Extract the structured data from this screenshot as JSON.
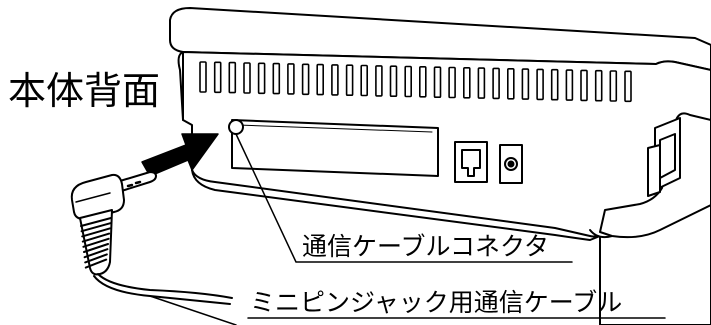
{
  "labels": {
    "title": "本体背面",
    "connector": "通信ケーブルコネクタ",
    "cable": "ミニピンジャック用通信ケーブル"
  },
  "colors": {
    "ink": "#000000",
    "paper": "#ffffff"
  }
}
